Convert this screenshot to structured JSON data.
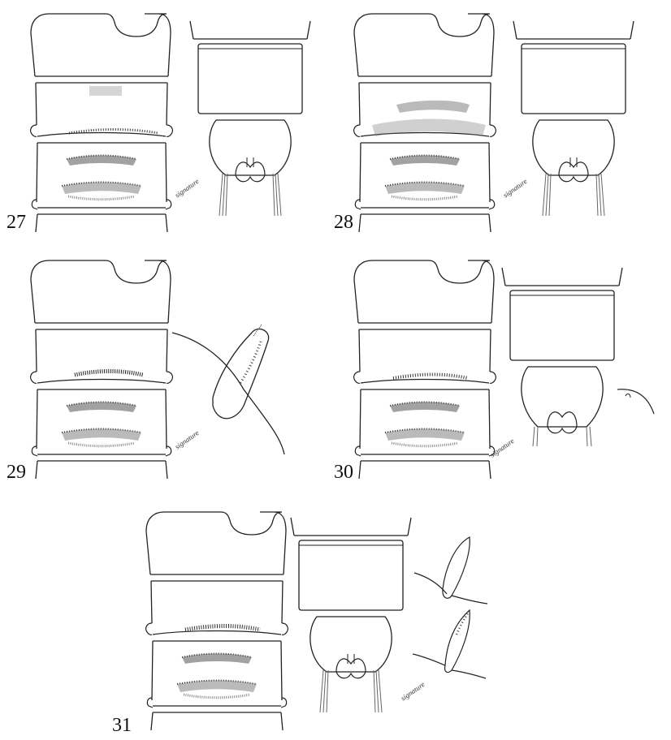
{
  "figures": [
    {
      "id": "27",
      "label": "27",
      "signature": "signature"
    },
    {
      "id": "28",
      "label": "28",
      "signature": "signature"
    },
    {
      "id": "29",
      "label": "29",
      "signature": "signature"
    },
    {
      "id": "30",
      "label": "30",
      "signature": "signature"
    },
    {
      "id": "31",
      "label": "31",
      "signature": "signature"
    }
  ],
  "style": {
    "ink": "#222222",
    "background": "#ffffff"
  }
}
